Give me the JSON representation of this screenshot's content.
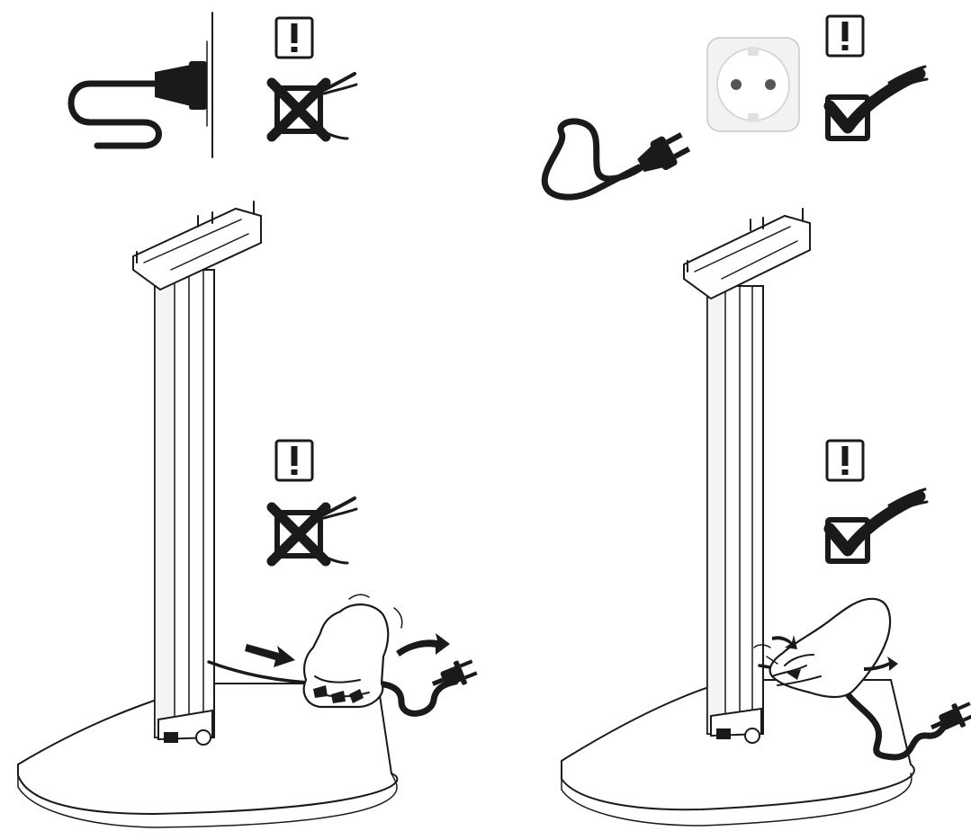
{
  "diagram": {
    "panels": [
      {
        "id": "left",
        "verdict": "incorrect",
        "step_top": "unplug-by-pulling-cable-from-wall",
        "step_bottom": "pull-cable-out-of-stand-channel",
        "top_icon": "exclamation-warning-icon",
        "top_mark": "cross-mark-icon",
        "bottom_icon": "exclamation-warning-icon",
        "bottom_mark": "cross-mark-icon"
      },
      {
        "id": "right",
        "verdict": "correct",
        "step_top": "unplug-plug-from-socket",
        "step_bottom": "lift-cable-gently-out-of-channel",
        "top_icon": "exclamation-warning-icon",
        "top_mark": "check-mark-icon",
        "bottom_icon": "exclamation-warning-icon",
        "bottom_mark": "check-mark-icon"
      }
    ],
    "colors": {
      "ink": "#1a1a1a",
      "background": "#ffffff",
      "socket": "#f2f2f2"
    }
  }
}
